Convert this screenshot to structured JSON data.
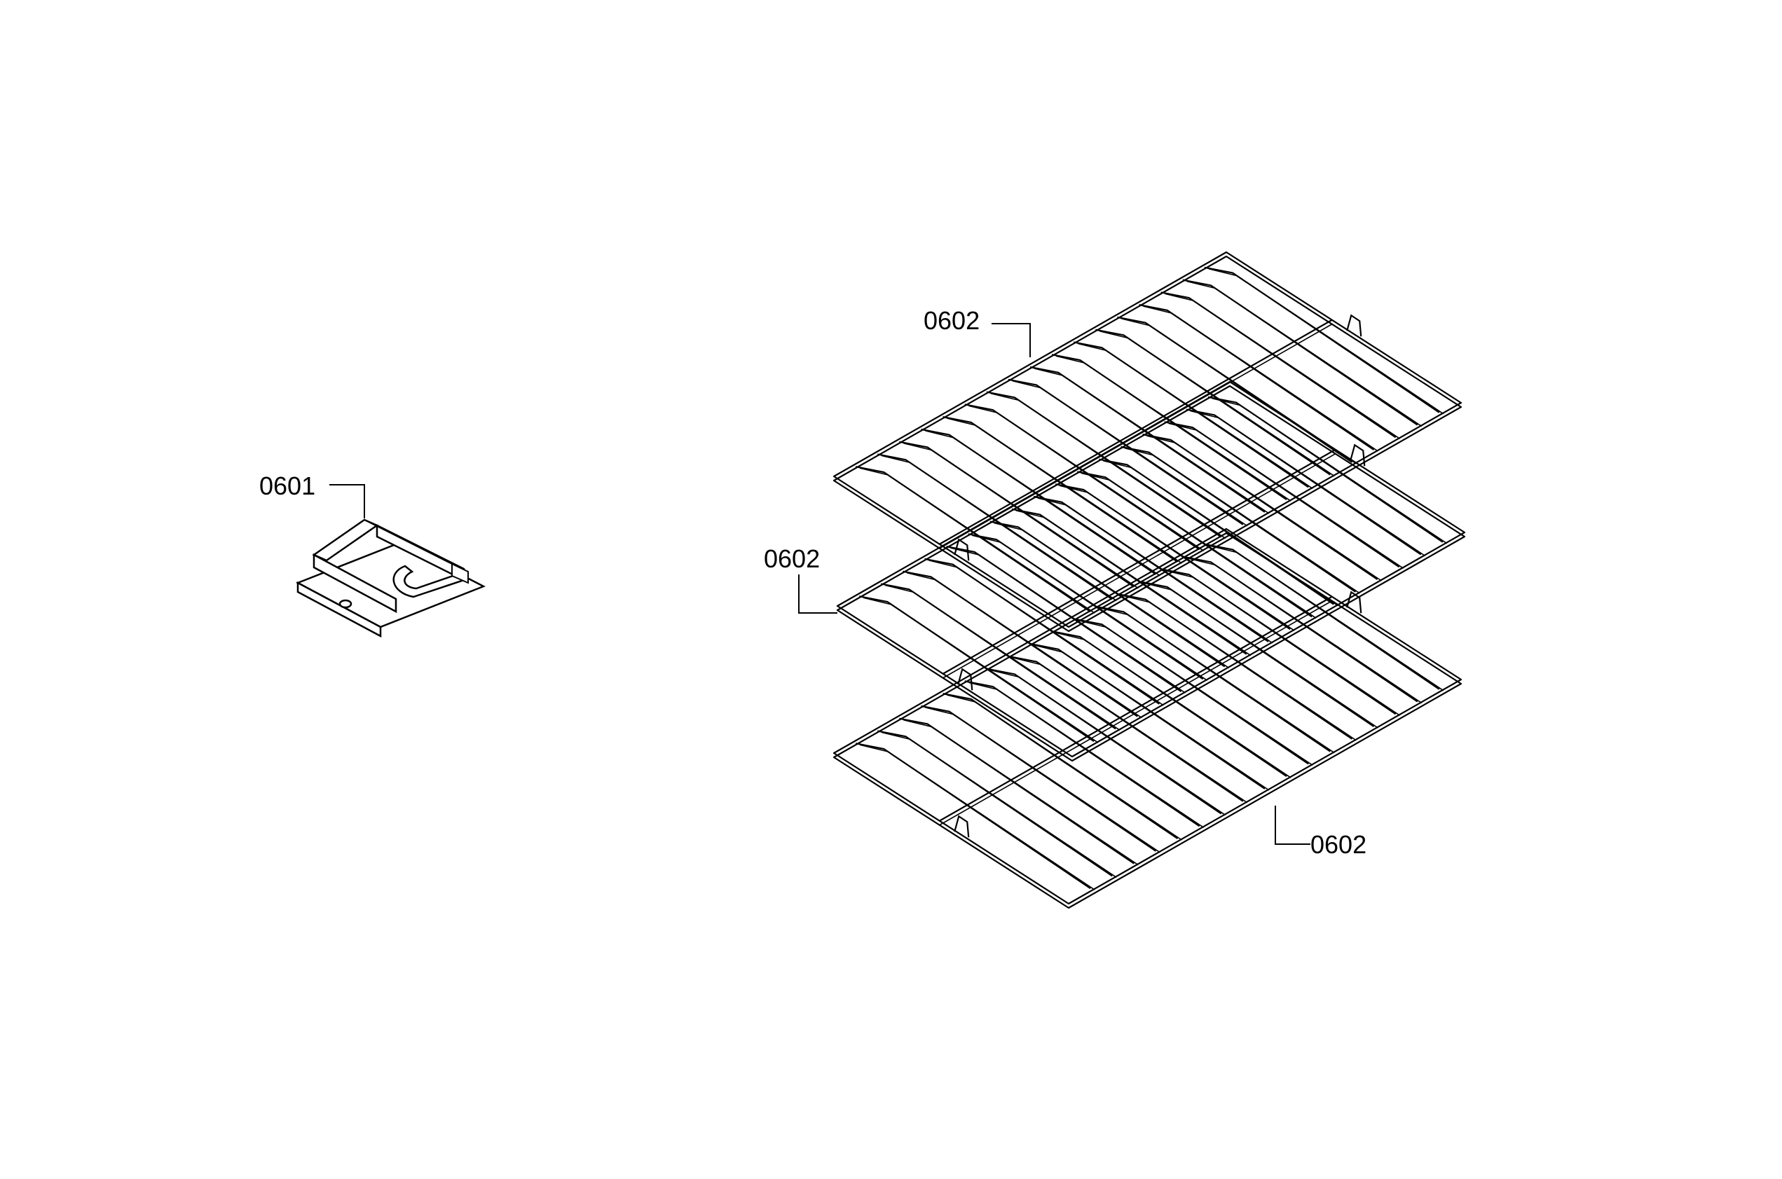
{
  "diagram": {
    "line_color": "#000000",
    "background_color": "#ffffff",
    "labels": {
      "bracket": "0601",
      "rack_top": "0602",
      "rack_middle": "0602",
      "rack_bottom": "0602"
    }
  }
}
